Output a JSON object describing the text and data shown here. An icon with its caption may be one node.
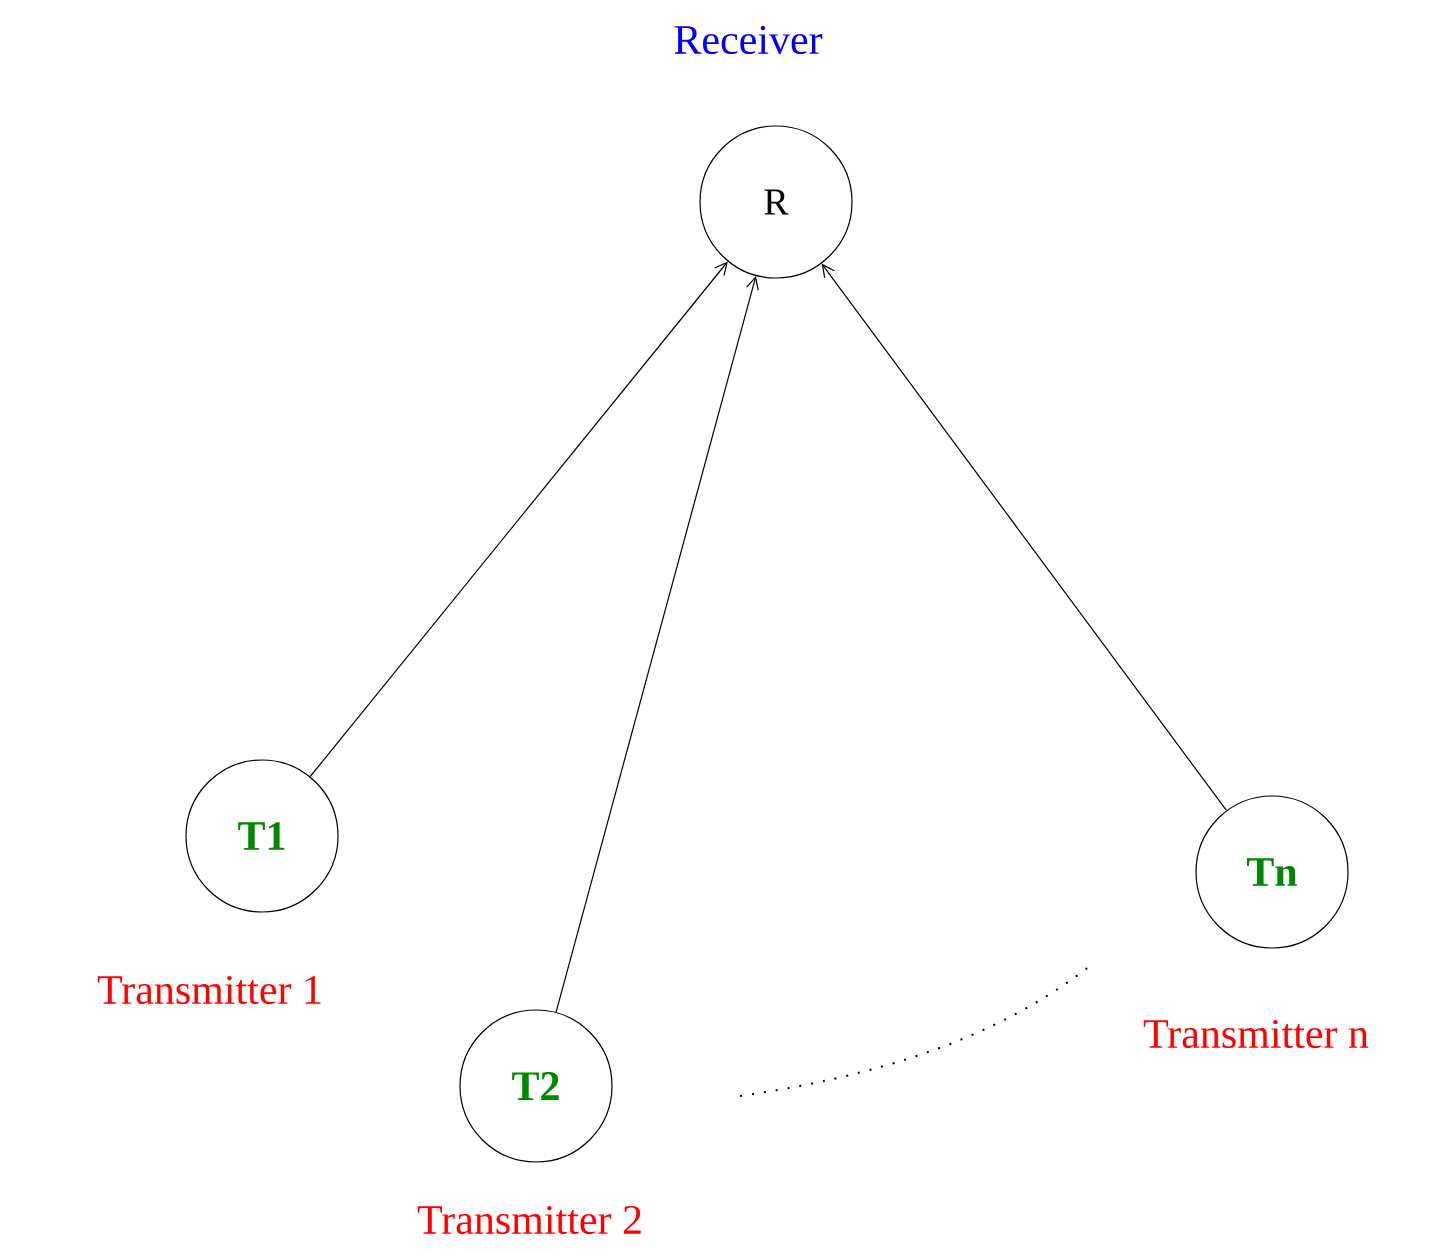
{
  "diagram": {
    "nodes": [
      {
        "text": [
          "R"
        ],
        "beside": [
          "Receiver"
        ]
      },
      {
        "text": [
          "T1"
        ],
        "beside": [
          "Transmitter 1"
        ]
      },
      {
        "text": [
          "T2"
        ],
        "beside": [
          "Transmitter 2"
        ]
      },
      {
        "text": [
          "Tn"
        ],
        "beside": [
          "Transmitter n"
        ]
      }
    ],
    "edges": [
      {
        "from": 1,
        "to": 0,
        "arrow": "to"
      },
      {
        "from": 2,
        "to": 0,
        "arrow": "to"
      },
      {
        "from": 3,
        "to": 0,
        "arrow": "to"
      }
    ]
  }
}
